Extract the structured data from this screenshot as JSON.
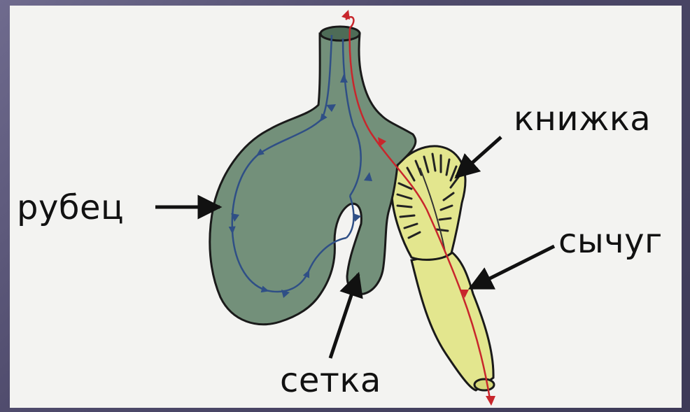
{
  "diagram": {
    "labels": {
      "rumen": "рубец",
      "reticulum": "сетка",
      "omasum": "книжка",
      "abomasum": "сычуг"
    },
    "colors": {
      "stomach_green": "#73907a",
      "omasum_yellow": "#e3e68e",
      "outline": "#1a1a1a",
      "flow_blue": "#2f4f86",
      "flow_red": "#c8262c",
      "background": "#f3f3f1",
      "frame": "#55526f"
    }
  }
}
